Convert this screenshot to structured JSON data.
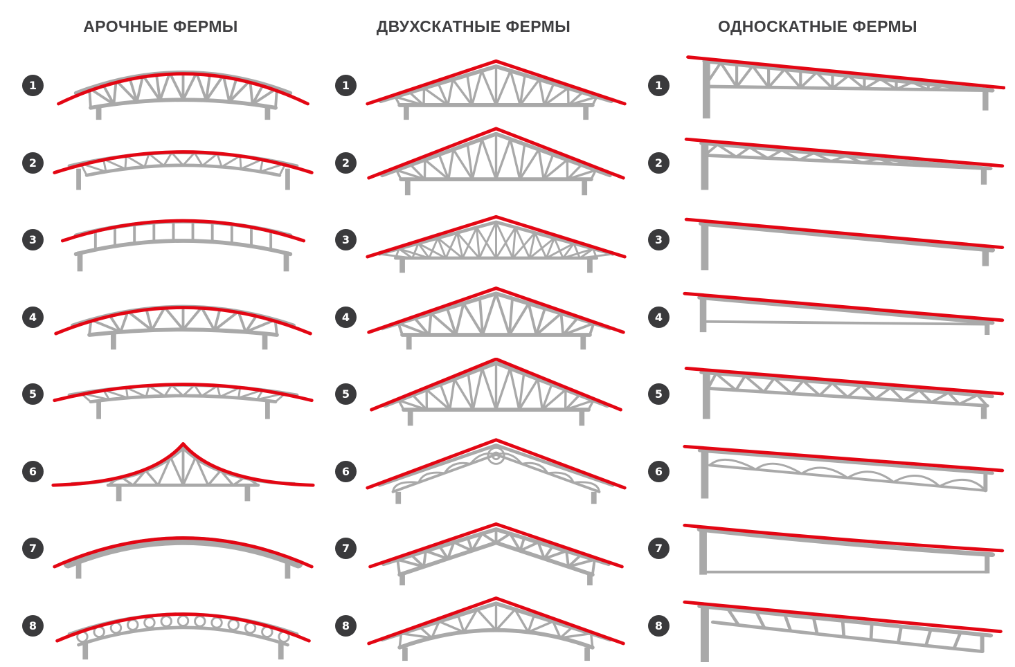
{
  "colors": {
    "red": "#e30613",
    "gray": "#a9a9a9",
    "badge_bg": "#3a3a3c",
    "badge_text": "#ffffff",
    "title": "#3f3f41"
  },
  "columns": [
    {
      "id": "arched",
      "title": "АРОЧНЫЕ ФЕРМЫ",
      "items": [
        {
          "num": "1"
        },
        {
          "num": "2"
        },
        {
          "num": "3"
        },
        {
          "num": "4"
        },
        {
          "num": "5"
        },
        {
          "num": "6"
        },
        {
          "num": "7"
        },
        {
          "num": "8"
        }
      ]
    },
    {
      "id": "gable",
      "title": "ДВУХСКАТНЫЕ ФЕРМЫ",
      "items": [
        {
          "num": "1"
        },
        {
          "num": "2"
        },
        {
          "num": "3"
        },
        {
          "num": "4"
        },
        {
          "num": "5"
        },
        {
          "num": "6"
        },
        {
          "num": "7"
        },
        {
          "num": "8"
        }
      ]
    },
    {
      "id": "mono-pitch",
      "title": "ОДНОСКАТНЫЕ ФЕРМЫ",
      "items": [
        {
          "num": "1"
        },
        {
          "num": "2"
        },
        {
          "num": "3"
        },
        {
          "num": "4"
        },
        {
          "num": "5"
        },
        {
          "num": "6"
        },
        {
          "num": "7"
        },
        {
          "num": "8"
        }
      ]
    }
  ]
}
